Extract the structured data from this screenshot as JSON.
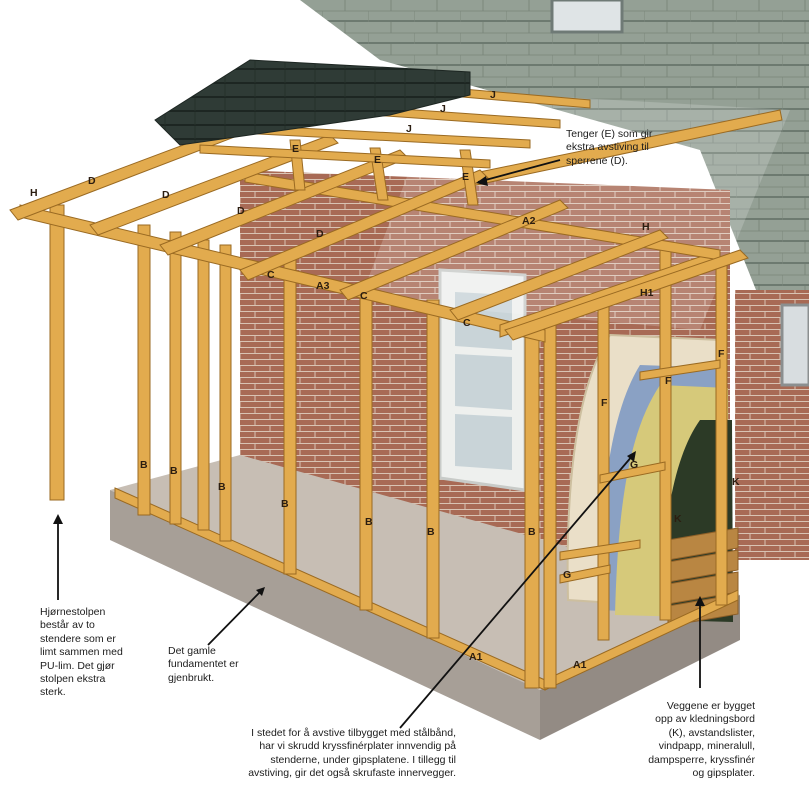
{
  "diagram": {
    "part_labels": {
      "h_left": "H",
      "d1": "D",
      "d2": "D",
      "d3": "D",
      "d4": "D",
      "e1": "E",
      "e2": "E",
      "e3": "E",
      "j1": "J",
      "j2": "J",
      "j3": "J",
      "a2": "A2",
      "a3": "A3",
      "h_right": "H",
      "h1": "H1",
      "c1": "C",
      "c2": "C",
      "c3": "C",
      "b1": "B",
      "b2": "B",
      "b3": "B",
      "b4": "B",
      "b5": "B",
      "b6": "B",
      "b7": "B",
      "f1": "F",
      "f2": "F",
      "f3": "F",
      "g1": "G",
      "g2": "G",
      "k1": "K",
      "k2": "K",
      "a1_front": "A1",
      "a1_side": "A1"
    },
    "captions": {
      "braces": "Tenger (E) som gir\nekstra avstiving til\nsperrene (D).",
      "corner_post": "Hjørnestolpen\nbestår av to\nstendere som er\nlimt sammen med\nPU-lim. Det gjør\nstolpen ekstra\nsterk.",
      "foundation": "Det gamle\nfundamentet er\ngjenbrukt.",
      "plywood": "I stedet for å avstive tilbygget med stålbånd,\nhar vi skrudd kryssfinérplater innvendig på\nstenderne, under gipsplatene. I tillegg til\navstiving, gir det også skrufaste innervegger.",
      "walls": "Veggene er bygget\nopp av kledningsbord\n(K), avstandslister,\nvindpapp, mineralull,\ndampsperre, kryssfinér\nog gipsplater."
    },
    "colors": {
      "timber": "#e2ab4e",
      "timber_edge": "#9a6a22",
      "brick": "#a86a55",
      "roof_tile": "#8f9a8e",
      "new_roof": "#2f3b36",
      "foundation": "#b4aca4",
      "insulation": "#d6c97a",
      "wind_barrier": "#2c3a26",
      "cladding": "#b98642"
    }
  }
}
